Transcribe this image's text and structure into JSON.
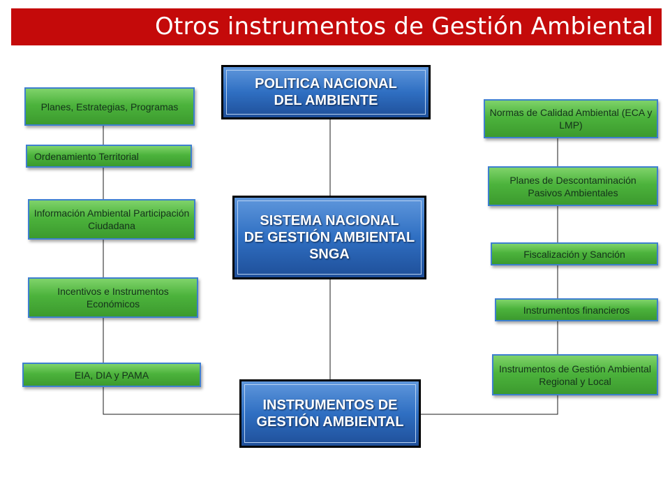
{
  "title": "Otros instrumentos de Gestión Ambiental",
  "center": {
    "politica": "POLITICA NACIONAL\nDEL AMBIENTE",
    "sistema": "SISTEMA NACIONAL\nDE GESTIÓN AMBIENTAL\nSNGA",
    "instrumentos": "INSTRUMENTOS DE\nGESTIÓN AMBIENTAL"
  },
  "left_items": [
    "Planes, Estrategias, Programas",
    "Ordenamiento Territorial",
    "Información Ambiental Participación Ciudadana",
    "Incentivos e Instrumentos Económicos",
    "EIA, DIA y PAMA"
  ],
  "right_items": [
    "Normas de Calidad Ambiental (ECA y LMP)",
    "Planes de Descontaminación Pasivos Ambientales",
    "Fiscalización y Sanción",
    "Instrumentos financieros",
    "Instrumentos de Gestión Ambiental Regional y Local"
  ],
  "colors": {
    "title_bar": "#c40a0a",
    "green_box": "#4cb33c",
    "blue_box": "#2f6fc2",
    "box_border": "#3e7fd0"
  }
}
